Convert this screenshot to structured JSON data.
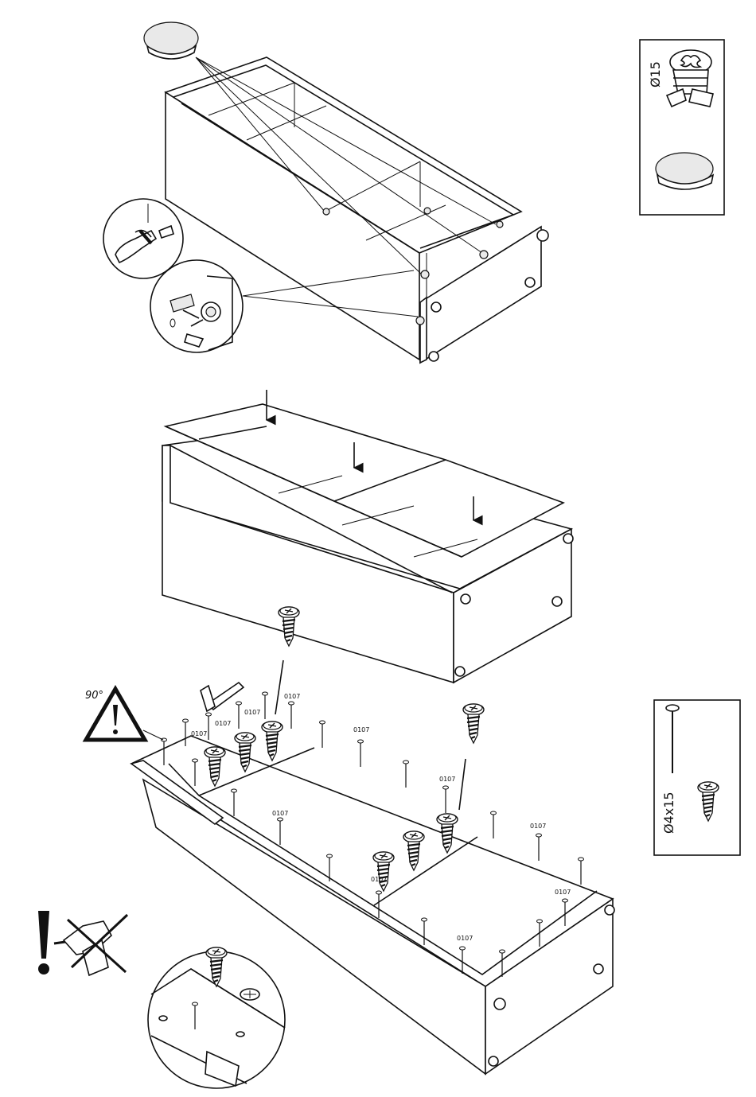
{
  "parts": {
    "cam_box": {
      "label": "Ø15"
    },
    "nail_box": {
      "label": "Ø4x15"
    }
  },
  "step3": {
    "angle_label": "90°",
    "part_code": "0107"
  },
  "icons": {
    "warning": "warning-triangle-icon",
    "important": "exclamation-icon",
    "no_drill": "crossed-drill-icon",
    "hammer": "hammer-icon"
  },
  "colors": {
    "line": "#111111",
    "paper": "#ffffff",
    "cap_fill": "#e9e9e9"
  }
}
